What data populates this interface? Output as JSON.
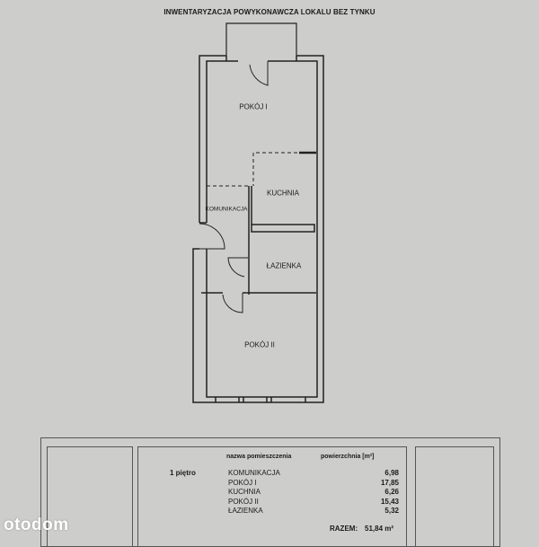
{
  "title": "INWENTARYZACJA POWYKONAWCZA LOKALU BEZ TYNKU",
  "rooms": {
    "pokoj1": "POKÓJ I",
    "kuchnia": "KUCHNIA",
    "komunikacja": "KOMUNIKACJA",
    "lazienka": "ŁAZIENKA",
    "pokoj2": "POKÓJ II"
  },
  "table": {
    "floor": "1 piętro",
    "col_name": "nazwa pomieszczenia",
    "col_area": "powierzchnia [m²]",
    "rows": [
      {
        "name": "KOMUNIKACJA",
        "area": "6,98"
      },
      {
        "name": "POKÓJ I",
        "area": "17,85"
      },
      {
        "name": "KUCHNIA",
        "area": "6,26"
      },
      {
        "name": "POKÓJ II",
        "area": "15,43"
      },
      {
        "name": "ŁAZIENKA",
        "area": "5,32"
      }
    ],
    "total_label": "RAZEM:",
    "total_value": "51,84 m²"
  },
  "logo": "otodom"
}
